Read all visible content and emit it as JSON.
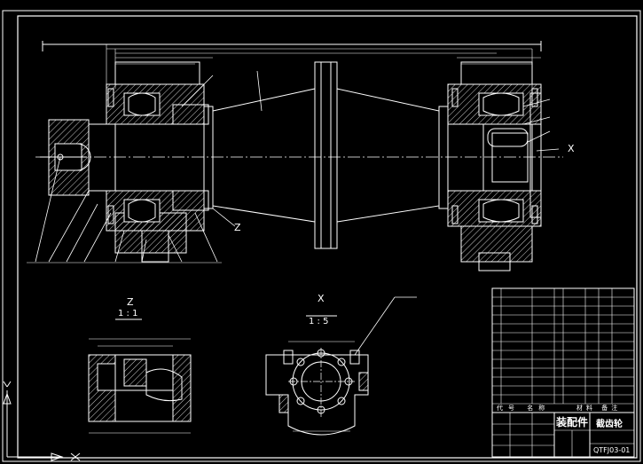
{
  "views": {
    "z_label": "Z",
    "z_scale": "1 : 1",
    "x_label": "X",
    "x_scale": "1 : 5",
    "z_marker": "Z",
    "x_marker": "X"
  },
  "title_block": {
    "assembly": "装配件",
    "name": "截齿轮",
    "drawing_no": "QTFJ03-01",
    "header_cols": [
      "代号",
      "名称",
      "材料",
      "备注"
    ]
  },
  "colors": {
    "background": "#000000",
    "outline": "#ffffff",
    "hatch": "#ffffff",
    "center_line": "#ffffff"
  }
}
